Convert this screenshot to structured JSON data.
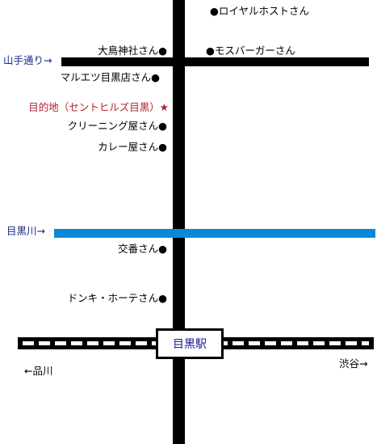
{
  "places": {
    "royal_host": "●ロイヤルホストさん",
    "ootori_shrine": "大鳥神社さん●",
    "mos_burger": "●モスバーガーさん",
    "maruetsu": "マルエツ目黒店さん●",
    "destination": "目的地（セントヒルズ目黒）★",
    "cleaning": "クリーニング屋さん●",
    "curry": "カレー屋さん●",
    "police_box": "交番さん●",
    "donki": "ドンキ・ホーテさん●"
  },
  "roads": {
    "yamate": "山手通り→",
    "meguro_river": "目黒川→"
  },
  "station": {
    "name": "目黒駅"
  },
  "directions": {
    "shinagawa": "←品川",
    "shibuya": "渋谷→"
  },
  "colors": {
    "river": "#0a8ad6",
    "destination": "#b01e2e",
    "road_label": "#1a2b8c"
  }
}
